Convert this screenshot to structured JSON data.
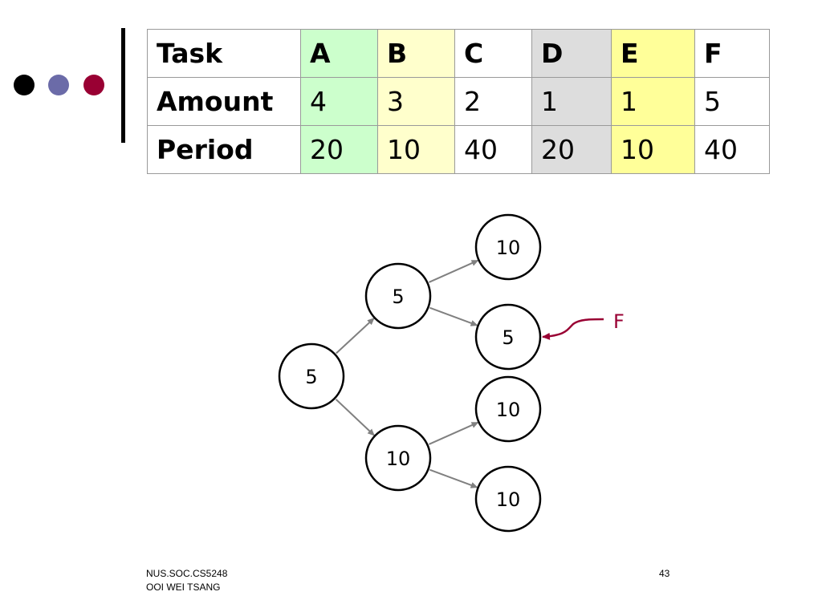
{
  "decor": {
    "dot_colors": [
      "#000000",
      "#6b6ba8",
      "#990033"
    ]
  },
  "table": {
    "rows": [
      {
        "label": "Task",
        "cells": [
          "A",
          "B",
          "C",
          "D",
          "E",
          "F"
        ]
      },
      {
        "label": "Amount",
        "cells": [
          "4",
          "3",
          "2",
          "1",
          "1",
          "5"
        ]
      },
      {
        "label": "Period",
        "cells": [
          "20",
          "10",
          "40",
          "20",
          "10",
          "40"
        ]
      }
    ],
    "column_colors": [
      "#ccffcc",
      "#ffffcc",
      "#ffffff",
      "#dddddd",
      "#ffff99",
      "#ffffff"
    ]
  },
  "tree": {
    "nodes": [
      {
        "id": "root",
        "label": "5"
      },
      {
        "id": "upper",
        "label": "5"
      },
      {
        "id": "lower",
        "label": "10"
      },
      {
        "id": "leaf1",
        "label": "10"
      },
      {
        "id": "leaf2",
        "label": "5"
      },
      {
        "id": "leaf3",
        "label": "10"
      },
      {
        "id": "leaf4",
        "label": "10"
      }
    ],
    "edges": [
      [
        "root",
        "upper"
      ],
      [
        "root",
        "lower"
      ],
      [
        "upper",
        "leaf1"
      ],
      [
        "upper",
        "leaf2"
      ],
      [
        "lower",
        "leaf3"
      ],
      [
        "lower",
        "leaf4"
      ]
    ],
    "pointer": {
      "label": "F",
      "target": "leaf2",
      "color": "#990033"
    }
  },
  "footer": {
    "course": "NUS.SOC.CS5248",
    "author": "OOI WEI TSANG",
    "page": "43"
  }
}
